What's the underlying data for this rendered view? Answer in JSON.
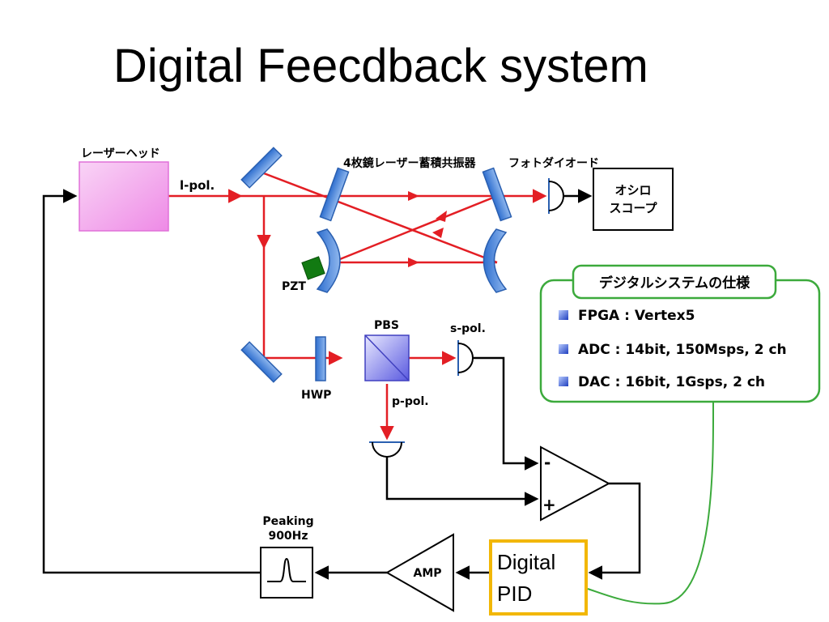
{
  "title": "Digital Feecdback system",
  "labels": {
    "laser_head": "レーザーヘッド",
    "l_pol": "l-pol.",
    "cavity": "4枚鏡レーザー蓄積共振器",
    "photodiode": "フォトダイオード",
    "scope_line1": "オシロ",
    "scope_line2": "スコープ",
    "pzt": "PZT",
    "pbs": "PBS",
    "s_pol": "s-pol.",
    "p_pol": "p-pol.",
    "hwp": "HWP",
    "minus": "-",
    "plus": "+",
    "peaking_line1": "Peaking",
    "peaking_line2": "900Hz",
    "amp": "AMP",
    "pid_line1": "Digital",
    "pid_line2": "PID"
  },
  "specs": {
    "title": "デジタルシステムの仕様",
    "items": [
      "FPGA : Vertex5",
      "ADC : 14bit, 150Msps, 2 ch",
      "DAC : 16bit, 1Gsps, 2 ch"
    ]
  },
  "colors": {
    "beam": "#e31e24",
    "mirror": "#4a86d6",
    "laser": "#f3a6ee",
    "pzt": "#127a12",
    "spec_border": "#3caa3c",
    "pid_border": "#f2b705"
  }
}
